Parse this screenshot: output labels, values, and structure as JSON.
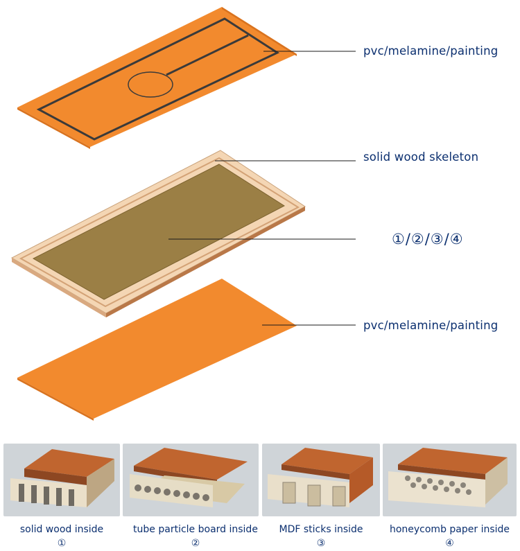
{
  "callouts": {
    "top_face": "pvc/melamine/painting",
    "skeleton": "solid wood skeleton",
    "core": "①/②/③/④",
    "bottom_face": "pvc/melamine/painting"
  },
  "core_options": [
    {
      "label": "solid wood inside",
      "marker": "①"
    },
    {
      "label": "tube particle board inside",
      "marker": "②"
    },
    {
      "label": "MDF sticks inside",
      "marker": "③"
    },
    {
      "label": "honeycomb paper inside",
      "marker": "④"
    }
  ],
  "colors": {
    "orange_face": "#f28a2e",
    "orange_edge": "#d9731f",
    "skeleton_frame": "#f4d6b4",
    "core_fill": "#9b7f45",
    "callout_text": "#0b2f6f",
    "leader_line": "#1a1a1a"
  }
}
